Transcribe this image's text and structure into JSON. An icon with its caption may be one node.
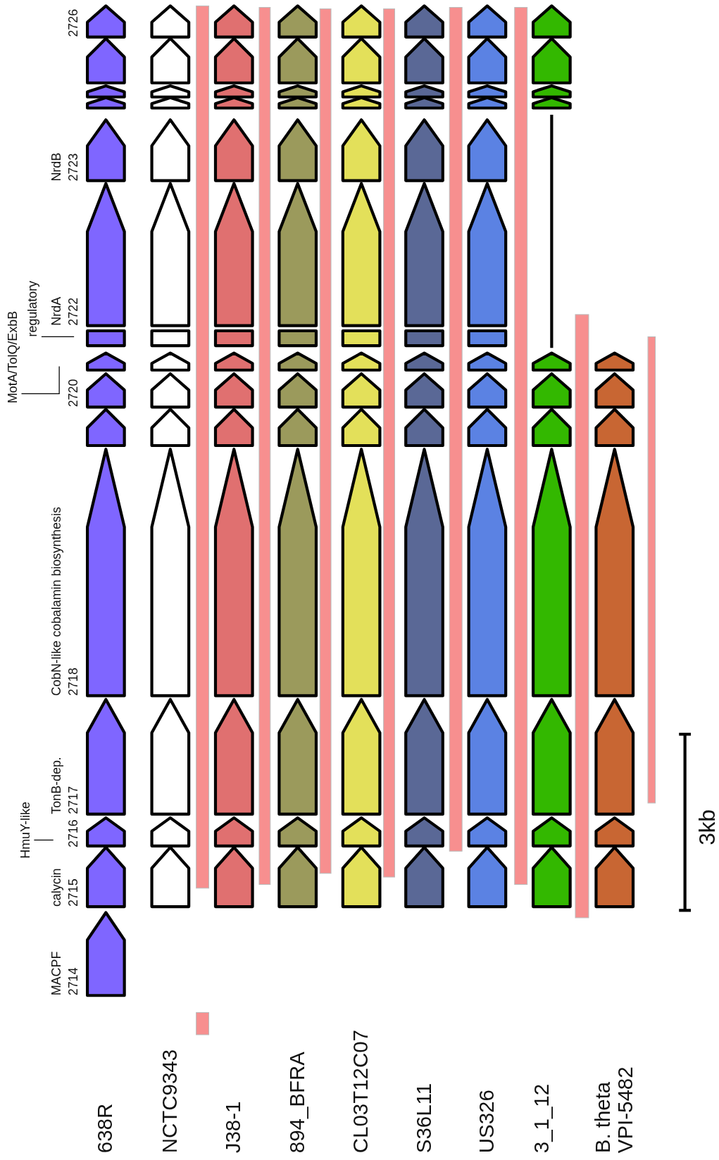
{
  "diagram": {
    "nodes": [
      {
        "text": [
          "HmuY-like"
        ]
      },
      {
        "text": [
          "MotA/TolQ/ExbB"
        ]
      },
      {
        "text": [
          "regulatory"
        ]
      }
    ],
    "edges": [
      {
        "from": 0,
        "to": null,
        "arrow": "none"
      },
      {
        "from": 1,
        "to": null,
        "arrow": "none"
      },
      {
        "from": 2,
        "to": null,
        "arrow": "none"
      }
    ],
    "labels": [
      "MACPF",
      "2714",
      "calycin",
      "2715",
      "2716",
      "TonB-dep.",
      "2717",
      "CobN-like cobalamin biosynthesis",
      "2718",
      "2720",
      "NrdA",
      "2722",
      "NrdB",
      "2723",
      "2726",
      "638R",
      "NCTC9343",
      "J38-1",
      "894_BFRA",
      "CL03T12C07",
      "S36L11",
      "US326",
      "3_1_12",
      "B. theta VPI-5482",
      "3kb"
    ]
  }
}
